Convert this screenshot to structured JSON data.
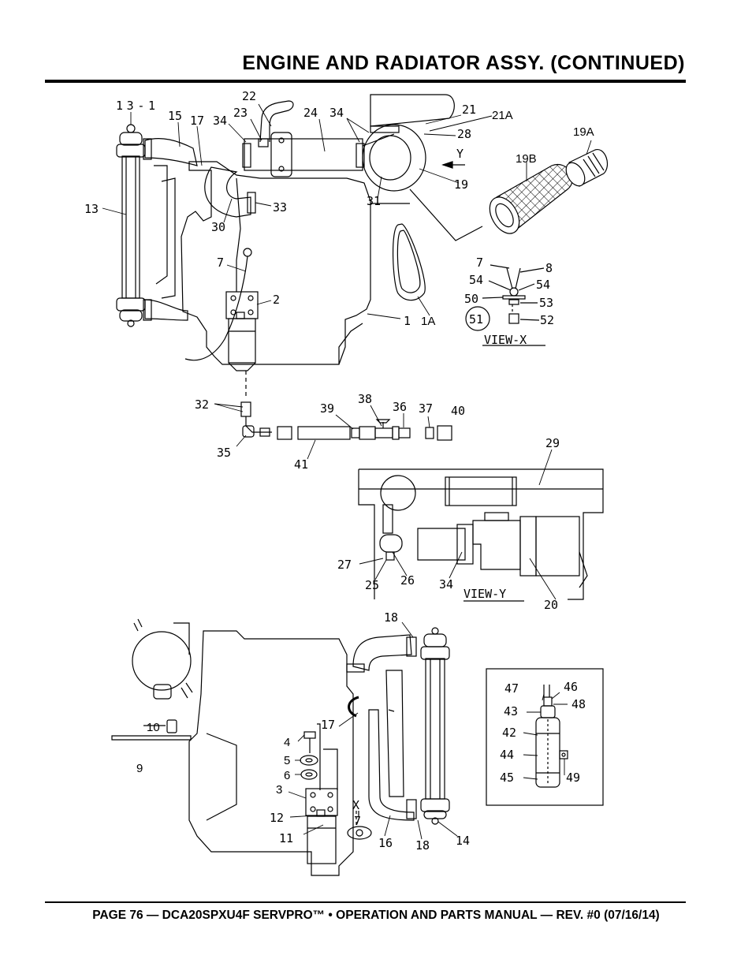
{
  "header": {
    "title": "ENGINE AND RADIATOR ASSY. (CONTINUED)"
  },
  "footer": {
    "text": "PAGE 76 — DCA20SPXU4F SERVPRO™ • OPERATION AND PARTS MANUAL — REV. #0 (07/16/14)"
  },
  "views": {
    "view_x": "VIEW-X",
    "view_y": "VIEW-Y",
    "x_marker": "X",
    "y_marker": "Y"
  },
  "callouts": {
    "c13_1": "13-1",
    "c15": "15",
    "c17a": "17",
    "c34a": "34",
    "c23": "23",
    "c22": "22",
    "c24": "24",
    "c34b": "34",
    "c21": "21",
    "c21a": "21A",
    "c28": "28",
    "c19a": "19A",
    "c19b": "19B",
    "c19": "19",
    "c31": "31",
    "c33": "33",
    "c30": "30",
    "c13": "13",
    "c7a": "7",
    "c2": "2",
    "c1": "1",
    "c1a": "1A",
    "c7b": "7",
    "c8": "8",
    "c54a": "54",
    "c54b": "54",
    "c50": "50",
    "c53": "53",
    "c51": "51",
    "c52": "52",
    "c32": "32",
    "c39": "39",
    "c38": "38",
    "c36": "36",
    "c37": "37",
    "c40": "40",
    "c35": "35",
    "c41": "41",
    "c29": "29",
    "c27": "27",
    "c25": "25",
    "c26": "26",
    "c34c": "34",
    "c20": "20",
    "c18a": "18",
    "c17b": "17",
    "c10": "10",
    "c9": "9",
    "c4": "4",
    "c5": "5",
    "c6": "6",
    "c3": "3",
    "c12": "12",
    "c11": "11",
    "c16": "16",
    "c18b": "18",
    "c14": "14",
    "c7c": "7",
    "c47": "47",
    "c46": "46",
    "c43": "43",
    "c48": "48",
    "c42": "42",
    "c44": "44",
    "c45": "45",
    "c49": "49"
  }
}
